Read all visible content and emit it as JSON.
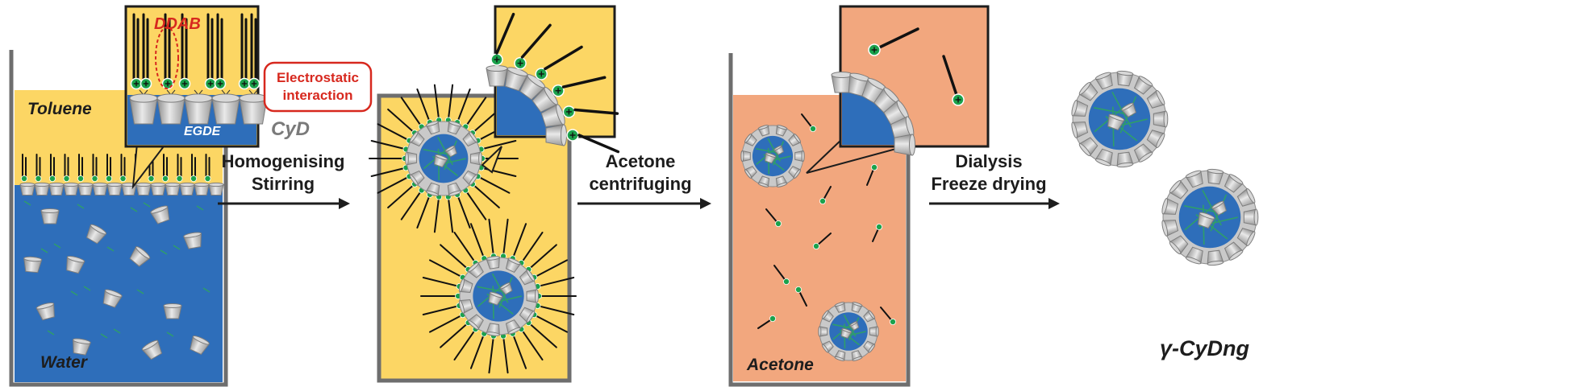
{
  "labels": {
    "ddab": "DDAB",
    "electrostatic_line1": "Electrostatic",
    "electrostatic_line2": "interaction",
    "toluene": "Toluene",
    "egde": "EGDE",
    "cyd": "CyD",
    "water": "Water",
    "acetone": "Acetone",
    "product": "γ-CyDng"
  },
  "steps": [
    {
      "line1": "Homogenising",
      "line2": "Stirring"
    },
    {
      "line1": "Acetone",
      "line2": "centrifuging"
    },
    {
      "line1": "Dialysis",
      "line2": "Freeze drying"
    }
  ],
  "colors": {
    "toluene": "#FCD664",
    "water": "#2E6EBA",
    "acetone": "#F2A77E",
    "headgroup": "#1BA24C",
    "crosslinker": "#2E9E6A",
    "red_text": "#D7281E",
    "cup": "#B9B9B9",
    "wall": "#6E6E6E"
  }
}
